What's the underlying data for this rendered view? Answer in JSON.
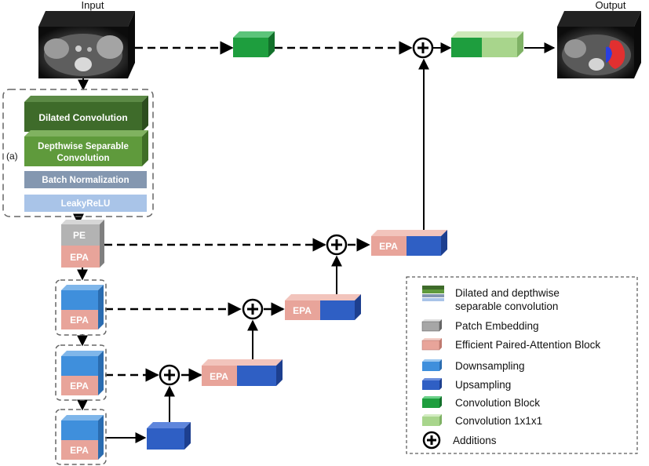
{
  "labels": {
    "input": "Input",
    "output": "Output",
    "panel_tag": "(a)"
  },
  "conv_block": {
    "dilated": "Dilated Convolution",
    "depthwise_line1": "Depthwise Separable",
    "depthwise_line2": "Convolution",
    "batch_norm": "Batch Normalization",
    "leaky_relu": "LeakyReLU"
  },
  "block_text": {
    "pe": "PE",
    "epa": "EPA"
  },
  "legend": {
    "items": [
      {
        "icon": "dilated-depthwise-swatch",
        "line1": "Dilated and depthwise",
        "line2": "separable convolution"
      },
      {
        "icon": "patch-embedding-swatch",
        "line1": "Patch Embedding"
      },
      {
        "icon": "epa-swatch",
        "line1": "Efficient Paired-Attention Block"
      },
      {
        "icon": "downsampling-swatch",
        "line1": "Downsampling"
      },
      {
        "icon": "upsampling-swatch",
        "line1": "Upsampling"
      },
      {
        "icon": "convolution-block-swatch",
        "line1": "Convolution Block"
      },
      {
        "icon": "conv-1x1x1-swatch",
        "line1": "Convolution 1x1x1"
      },
      {
        "icon": "addition-icon",
        "line1": "Additions"
      }
    ]
  },
  "colors": {
    "conv_green": "#1e9e3e",
    "conv_light_green": "#a8d58c",
    "epa_pink": "#e8a49a",
    "down_blue": "#3f8fdc",
    "up_blue": "#2f5fc4",
    "pe_gray": "#b3b3b3",
    "dilated_dark_green": "#3e6b2a",
    "depthwise_green": "#5f9a3c",
    "batch_norm_slate": "#8497b0",
    "leaky_relu_blue": "#a9c4e8"
  }
}
